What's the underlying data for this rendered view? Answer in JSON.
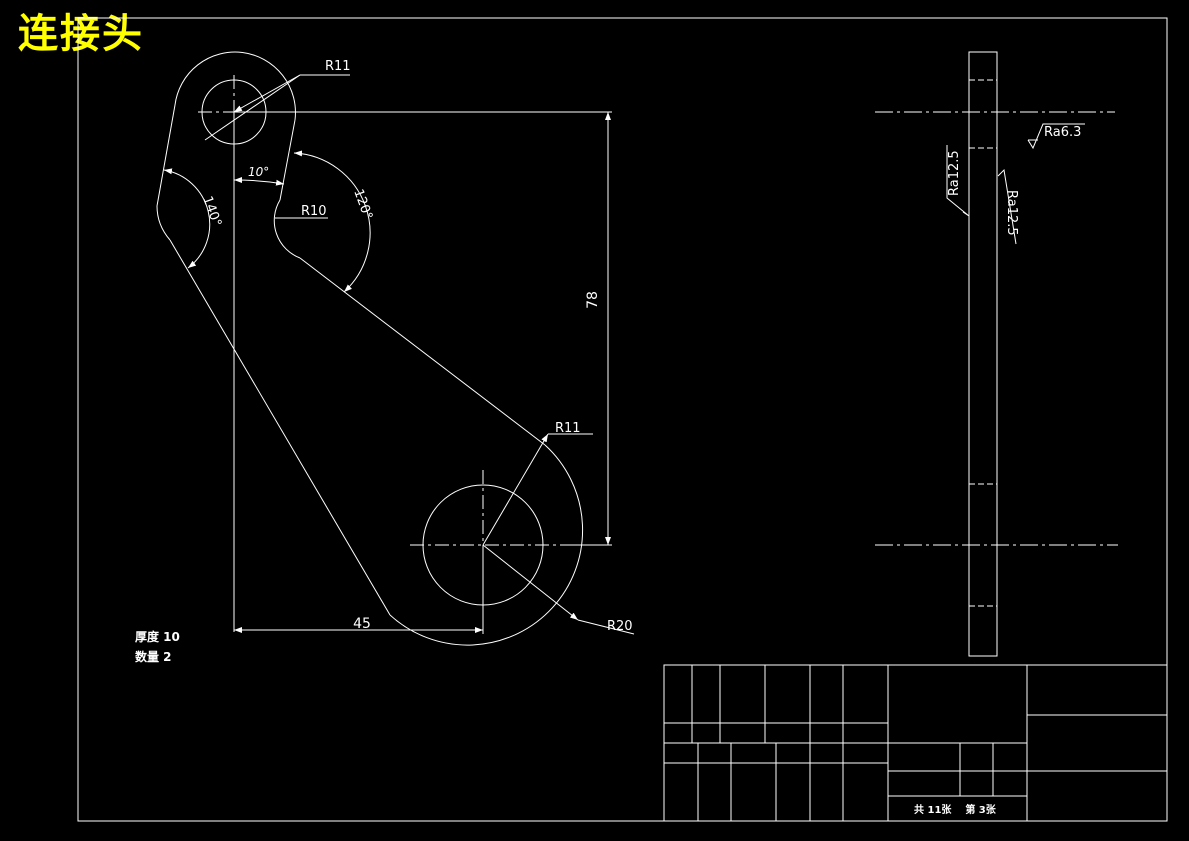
{
  "title": "连接头",
  "dims": {
    "r_top": "R11",
    "r_bottom": "R11",
    "r_inner": "R10",
    "r_outer": "R20",
    "ang_small": "10°",
    "ang_left": "140°",
    "ang_right": "120°",
    "len_vertical": "78",
    "len_horizontal": "45"
  },
  "roughness": {
    "top": "Ra6.3",
    "left": "Ra12.5",
    "right": "Ra12.5"
  },
  "notes": {
    "thickness": "厚度 10",
    "quantity": "数量 2"
  },
  "title_block": {
    "sheet_info": "共 11张    第 3张"
  },
  "colors": {
    "background": "#000000",
    "lines": "#ffffff",
    "title": "#ffff00"
  }
}
